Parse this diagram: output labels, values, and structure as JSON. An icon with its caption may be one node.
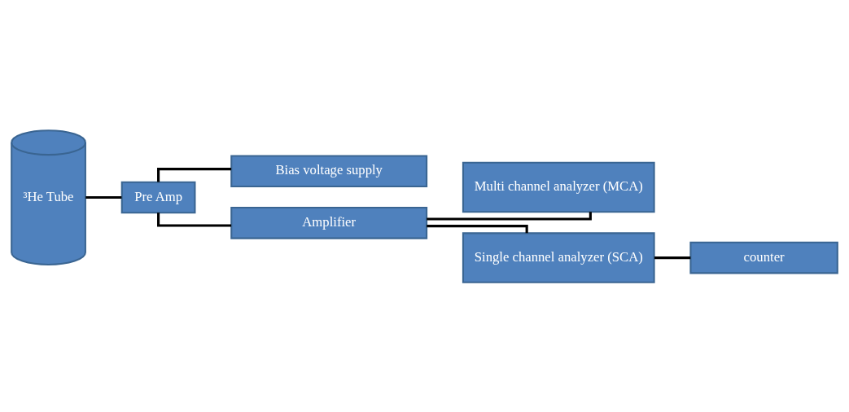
{
  "diagram": {
    "nodes": [
      {
        "text": [
          "³He Tube"
        ]
      },
      {
        "text": [
          "Pre Amp"
        ]
      },
      {
        "text": [
          "Bias voltage supply"
        ]
      },
      {
        "text": [
          "Amplifier"
        ]
      },
      {
        "text": [
          "Multi channel analyzer (MCA)"
        ]
      },
      {
        "text": [
          "Single channel analyzer (SCA)"
        ]
      },
      {
        "text": [
          "counter"
        ]
      }
    ],
    "edges": [
      {
        "from": 0,
        "to": 1,
        "arrow": "none"
      },
      {
        "from": 1,
        "to": 2,
        "arrow": "none"
      },
      {
        "from": 1,
        "to": 3,
        "arrow": "none"
      },
      {
        "from": 3,
        "to": 4,
        "arrow": "none"
      },
      {
        "from": 3,
        "to": 5,
        "arrow": "none"
      },
      {
        "from": 5,
        "to": 6,
        "arrow": "none"
      }
    ]
  }
}
